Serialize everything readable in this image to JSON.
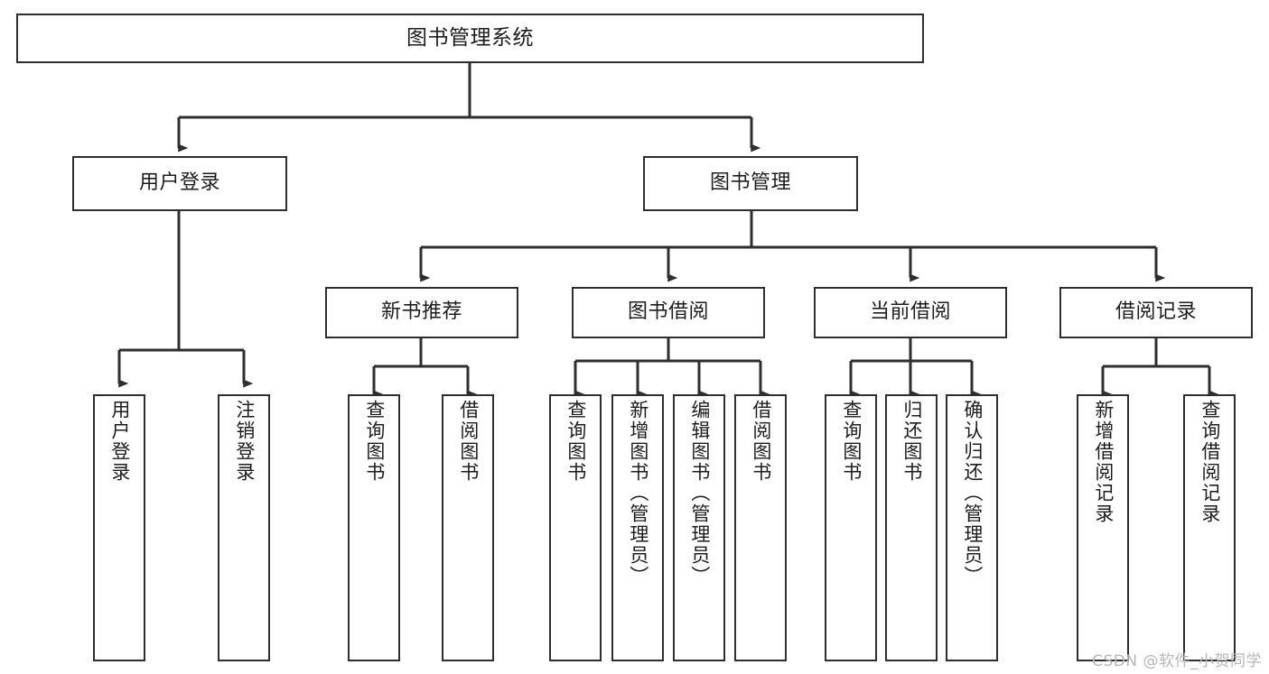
{
  "diagram": {
    "title": "图书管理系统",
    "type": "tree-hierarchy-diagram",
    "watermark": "CSDN @软件_小贺同学",
    "colors": {
      "stroke": "#2e2e2e",
      "fill": "#ffffff",
      "text": "#1d1d1d",
      "watermark": "#b6b6b6"
    },
    "root": {
      "label": "图书管理系统"
    },
    "level2": [
      {
        "label": "用户登录"
      },
      {
        "label": "图书管理"
      }
    ],
    "level3": [
      {
        "label": "新书推荐"
      },
      {
        "label": "图书借阅"
      },
      {
        "label": "当前借阅"
      },
      {
        "label": "借阅记录"
      }
    ],
    "leaves": {
      "user_login": [
        {
          "label": "用户登录"
        },
        {
          "label": "注销登录"
        }
      ],
      "new_book_recommend": [
        {
          "label": "查询图书"
        },
        {
          "label": "借阅图书"
        }
      ],
      "book_borrow": [
        {
          "label": "查询图书"
        },
        {
          "label": "新增图书（管理员）"
        },
        {
          "label": "编辑图书（管理员）"
        },
        {
          "label": "借阅图书"
        }
      ],
      "current_borrow": [
        {
          "label": "查询图书"
        },
        {
          "label": "归还图书"
        },
        {
          "label": "确认归还（管理员）"
        }
      ],
      "borrow_records": [
        {
          "label": "新增借阅记录"
        },
        {
          "label": "查询借阅记录"
        }
      ]
    }
  }
}
